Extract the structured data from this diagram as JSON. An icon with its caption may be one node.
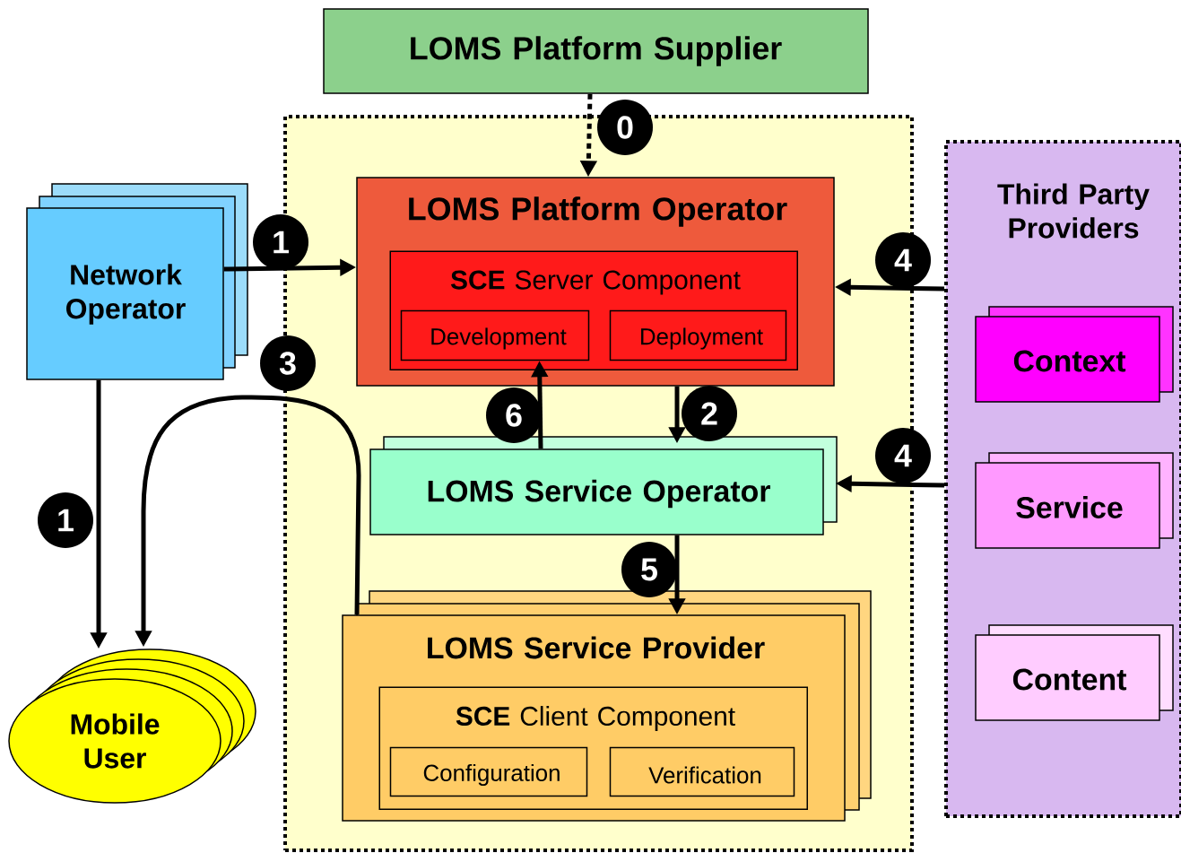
{
  "diagram": {
    "nodes": [
      {
        "text": [
          "LOMS Platform Supplier"
        ]
      },
      {
        "text": [],
        "shape": "box"
      },
      {
        "text": [
          "LOMS Platform Operator"
        ],
        "in": 1
      },
      {
        "text": [
          "**SCE** Server Component"
        ],
        "in": 2
      },
      {
        "text": [
          "Development"
        ],
        "in": 3
      },
      {
        "text": [
          "Deployment"
        ],
        "in": 3
      },
      {
        "text": [
          "Network Operator"
        ]
      },
      {
        "text": [
          "LOMS Service Operator"
        ],
        "in": 1
      },
      {
        "text": [
          "LOMS Service Provider"
        ],
        "in": 1
      },
      {
        "text": [
          "**SCE** Client Component"
        ],
        "in": 8
      },
      {
        "text": [
          "Configuration"
        ],
        "in": 9
      },
      {
        "text": [
          "Verification"
        ],
        "in": 9
      },
      {
        "text": [
          "Mobile User"
        ]
      },
      {
        "text": [
          "Third Party Providers"
        ]
      },
      {
        "text": [
          "Context"
        ],
        "in": 13
      },
      {
        "text": [
          "Service"
        ],
        "in": 13
      },
      {
        "text": [
          "Content"
        ],
        "in": 13
      }
    ],
    "edges": [
      {
        "from": 0,
        "to": 2,
        "arrow": "to",
        "label": "0",
        "style": "dashed"
      },
      {
        "from": 6,
        "to": 2,
        "arrow": "to",
        "label": "1"
      },
      {
        "from": 6,
        "to": 12,
        "arrow": "to",
        "label": "1"
      },
      {
        "from": 8,
        "to": 12,
        "arrow": "to",
        "label": "3"
      },
      {
        "from": 2,
        "to": 7,
        "arrow": "to",
        "label": "2"
      },
      {
        "from": 7,
        "to": 4,
        "arrow": "to",
        "label": "6"
      },
      {
        "from": 13,
        "to": 2,
        "arrow": "to",
        "label": "4"
      },
      {
        "from": 13,
        "to": 7,
        "arrow": "to",
        "label": "4"
      },
      {
        "from": 7,
        "to": 8,
        "arrow": "to",
        "label": "5"
      }
    ]
  }
}
